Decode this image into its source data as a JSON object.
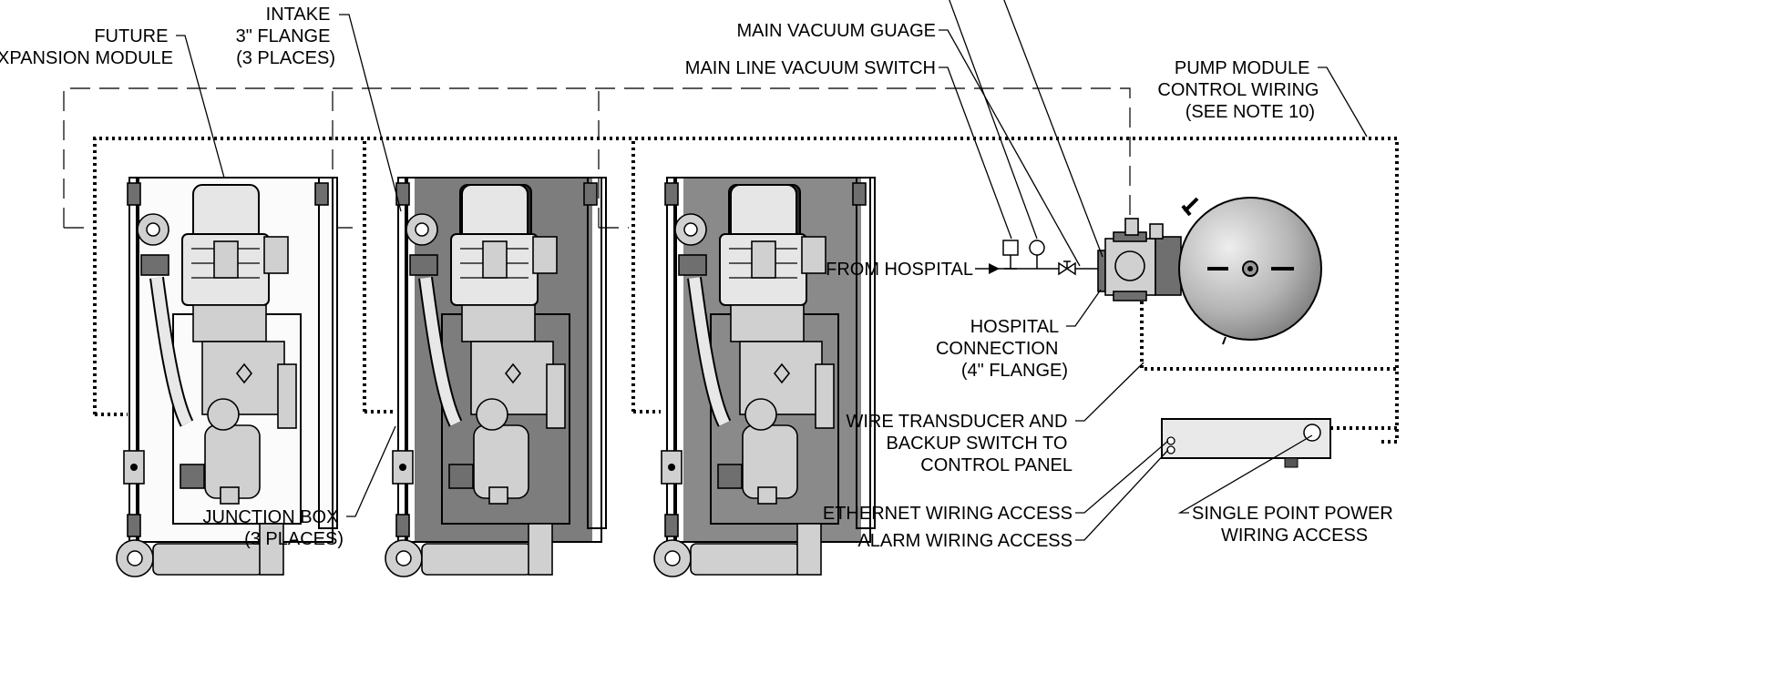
{
  "labels": {
    "future_module": [
      "FUTURE",
      "EXPANSION MODULE"
    ],
    "intake": [
      "INTAKE",
      "3\" FLANGE",
      "(3 PLACES)"
    ],
    "main_vacuum_gauge": "MAIN VACUUM GUAGE",
    "main_line_vacuum_switch": "MAIN LINE VACUUM SWITCH",
    "pump_module_wiring": [
      "PUMP MODULE",
      "CONTROL WIRING",
      "(SEE NOTE 10)"
    ],
    "from_hospital": "FROM HOSPITAL",
    "hospital_connection": [
      "HOSPITAL",
      "CONNECTION",
      "(4\" FLANGE)"
    ],
    "wire_transducer": [
      "WIRE TRANSDUCER AND",
      "BACKUP SWITCH TO",
      "CONTROL PANEL"
    ],
    "junction_box": [
      "JUNCTION BOX",
      "(3 PLACES)"
    ],
    "ethernet_access": "ETHERNET WIRING ACCESS",
    "alarm_access": "ALARM WIRING ACCESS",
    "single_point_power": [
      "SINGLE POINT POWER",
      "WIRING ACCESS"
    ]
  },
  "modules": [
    {
      "id": "future",
      "style": "light"
    },
    {
      "id": "pump-1",
      "style": "dark"
    },
    {
      "id": "pump-2",
      "style": "dark"
    }
  ]
}
